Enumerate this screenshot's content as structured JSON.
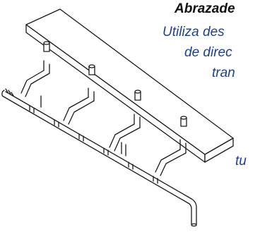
{
  "heading": {
    "title": "Abrazade",
    "lines": [
      "Utiliza des",
      "de direc",
      "tran",
      "tu"
    ]
  }
}
